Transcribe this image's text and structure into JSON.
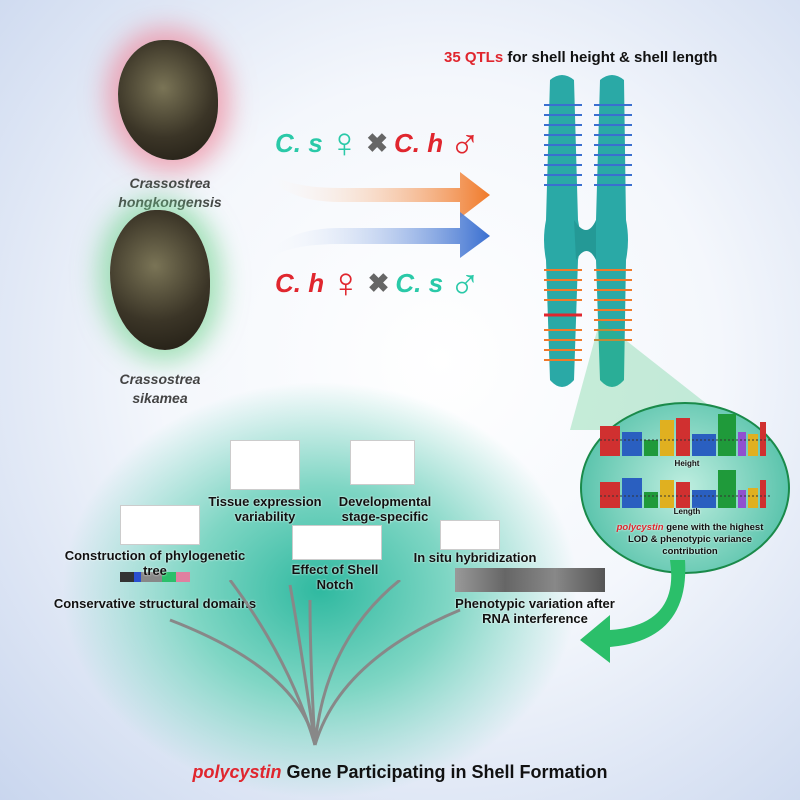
{
  "species": [
    {
      "name_line1": "Crassostrea",
      "name_line2": "hongkongensis"
    },
    {
      "name_line1": "Crassostrea",
      "name_line2": "sikamea"
    }
  ],
  "crosses": [
    {
      "female": "C. s",
      "female_symbol": "♀",
      "times": "✖",
      "male": "C. h",
      "male_symbol": "♂"
    },
    {
      "female": "C. h",
      "female_symbol": "♀",
      "times": "✖",
      "male": "C. s",
      "male_symbol": "♂"
    }
  ],
  "qtl_title": {
    "count": "35 QTLs",
    "rest": "for shell height & shell length"
  },
  "lod_panel": {
    "plot1": "Height",
    "plot2": "Length",
    "gene": "polycystin",
    "text": "gene with the highest LOD & phenotypic variance contribution"
  },
  "analyses": {
    "tissue": "Tissue expression variability",
    "dev": "Developmental stage-specific",
    "tree": "Construction of phylogenetic tree",
    "notch": "Effect of Shell Notch",
    "insitu": "In situ hybridization",
    "domains": "Conservative structural domains",
    "rnai": "Phenotypic variation after RNA interference"
  },
  "footer": {
    "gene": "polycystin",
    "rest": "Gene Participating in Shell Formation"
  },
  "colors": {
    "orange": "#f07a2a",
    "blue": "#3a6fd0",
    "teal": "#2aa9a6",
    "red": "#e0262e",
    "green": "#2bbf6a"
  }
}
